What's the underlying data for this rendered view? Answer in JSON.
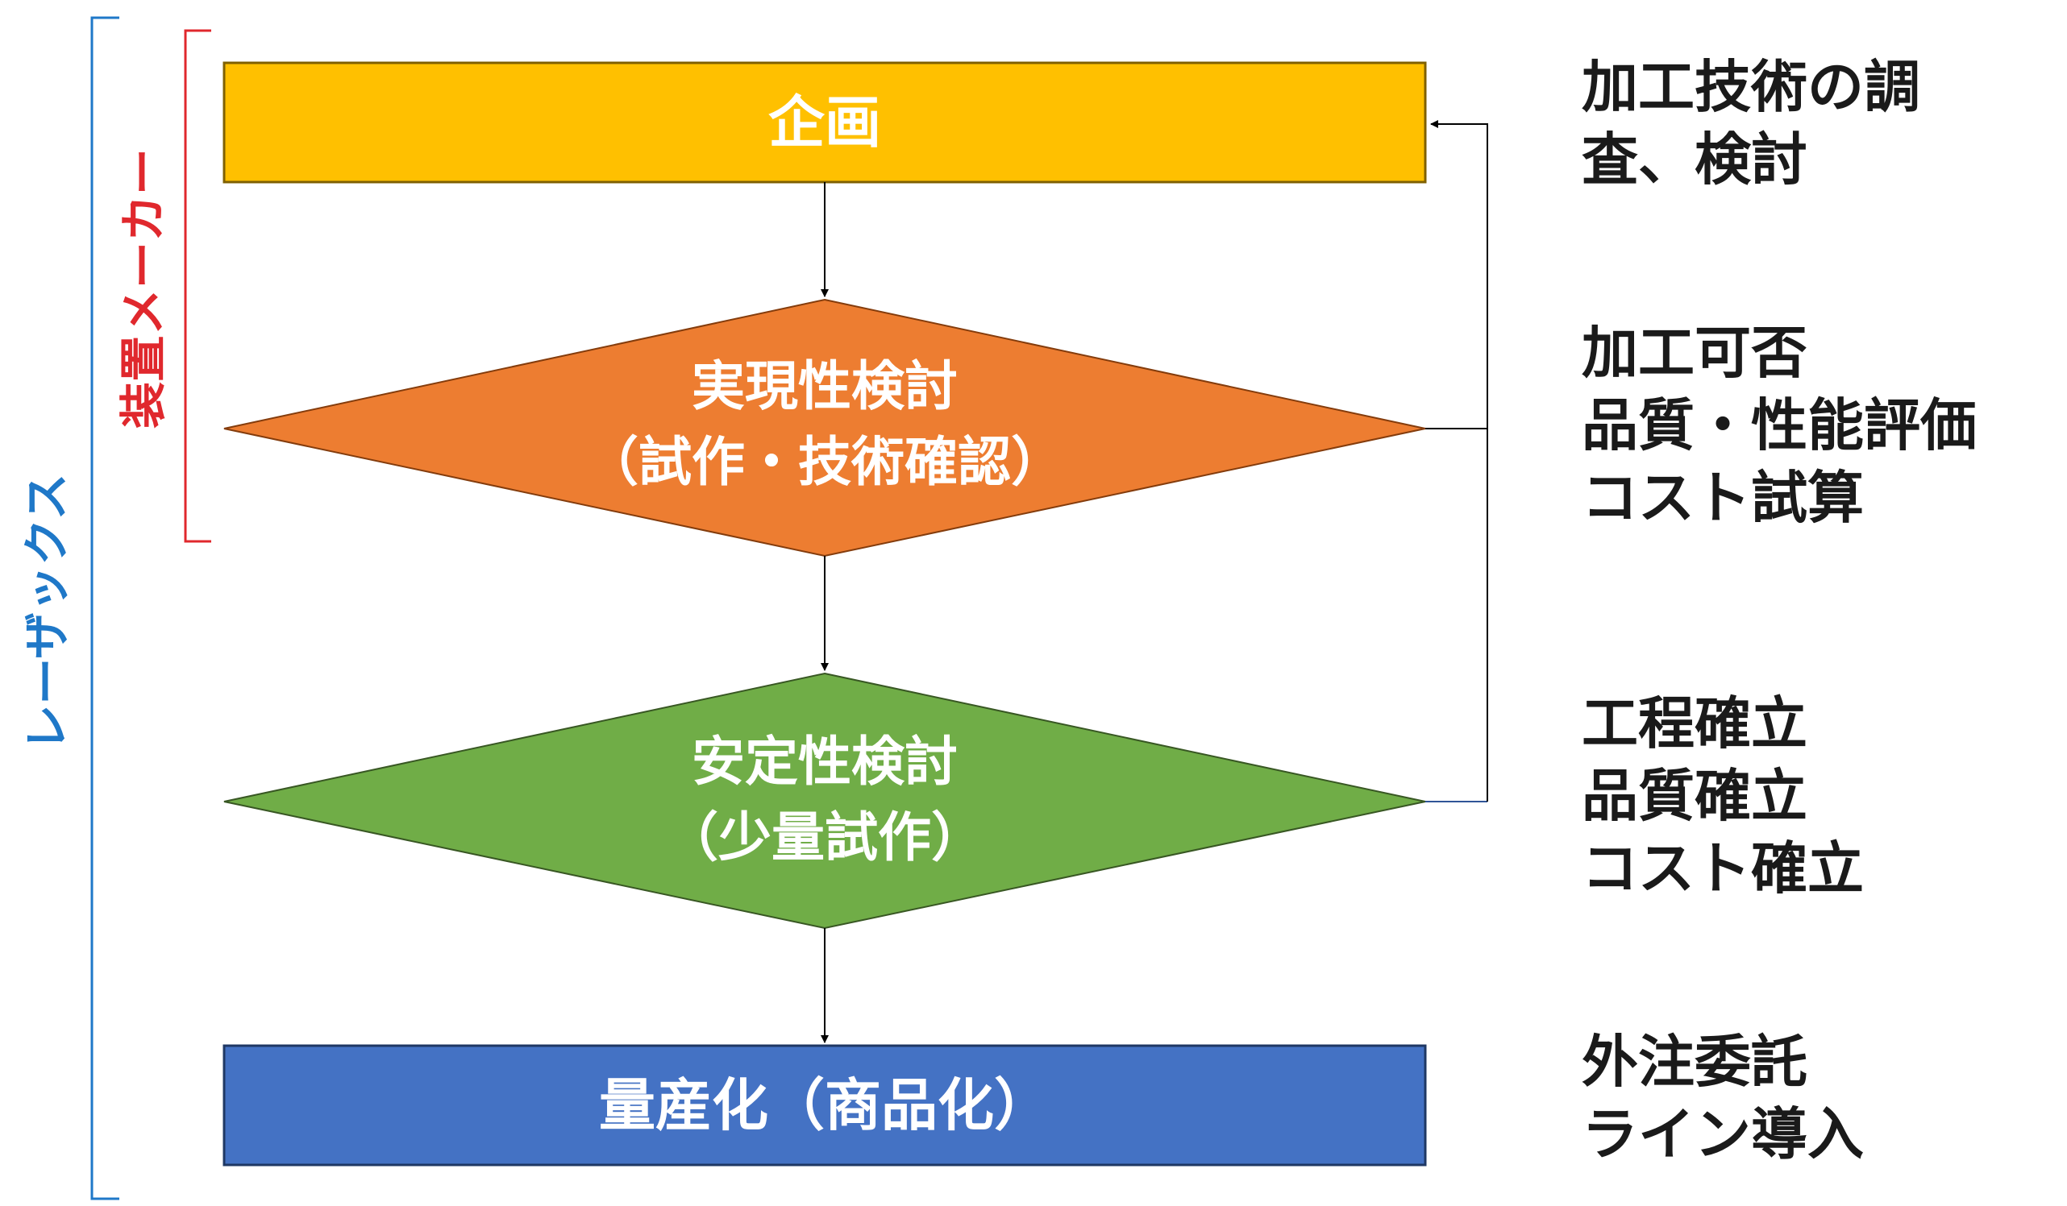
{
  "colors": {
    "planning": "#FFC000",
    "feasibility": "#ED7D31",
    "stability": "#70AD47",
    "mass_production": "#4472C4",
    "bracket_red": "#E0282D",
    "bracket_blue": "#1F78C8",
    "arrow": "#000000"
  },
  "flow": {
    "planning": "企画",
    "feasibility_line1": "実現性検討",
    "feasibility_line2": "（試作・技術確認）",
    "stability_line1": "安定性検討",
    "stability_line2": "（少量試作）",
    "mass_production": "量産化（商品化）"
  },
  "notes": {
    "planning": [
      "加工技術の調",
      "査、検討"
    ],
    "feasibility": [
      "加工可否",
      "品質・性能評価",
      "コスト試算"
    ],
    "stability": [
      "工程確立",
      "品質確立",
      "コスト確立"
    ],
    "mass_production": [
      "外注委託",
      "ライン導入"
    ]
  },
  "labels": {
    "equipment_maker": "装置メーカー",
    "laxus": "レーザックス"
  }
}
